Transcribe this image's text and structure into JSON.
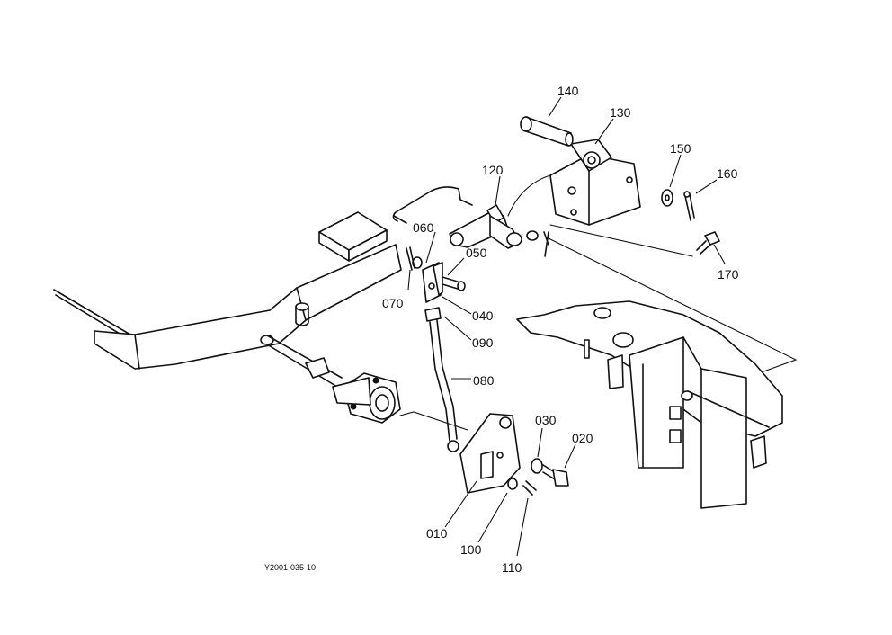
{
  "figure_code": "Y2001-035-10",
  "part_labels": [
    "010",
    "020",
    "030",
    "040",
    "050",
    "060",
    "070",
    "080",
    "090",
    "100",
    "110",
    "120",
    "130",
    "140",
    "150",
    "160",
    "170"
  ]
}
